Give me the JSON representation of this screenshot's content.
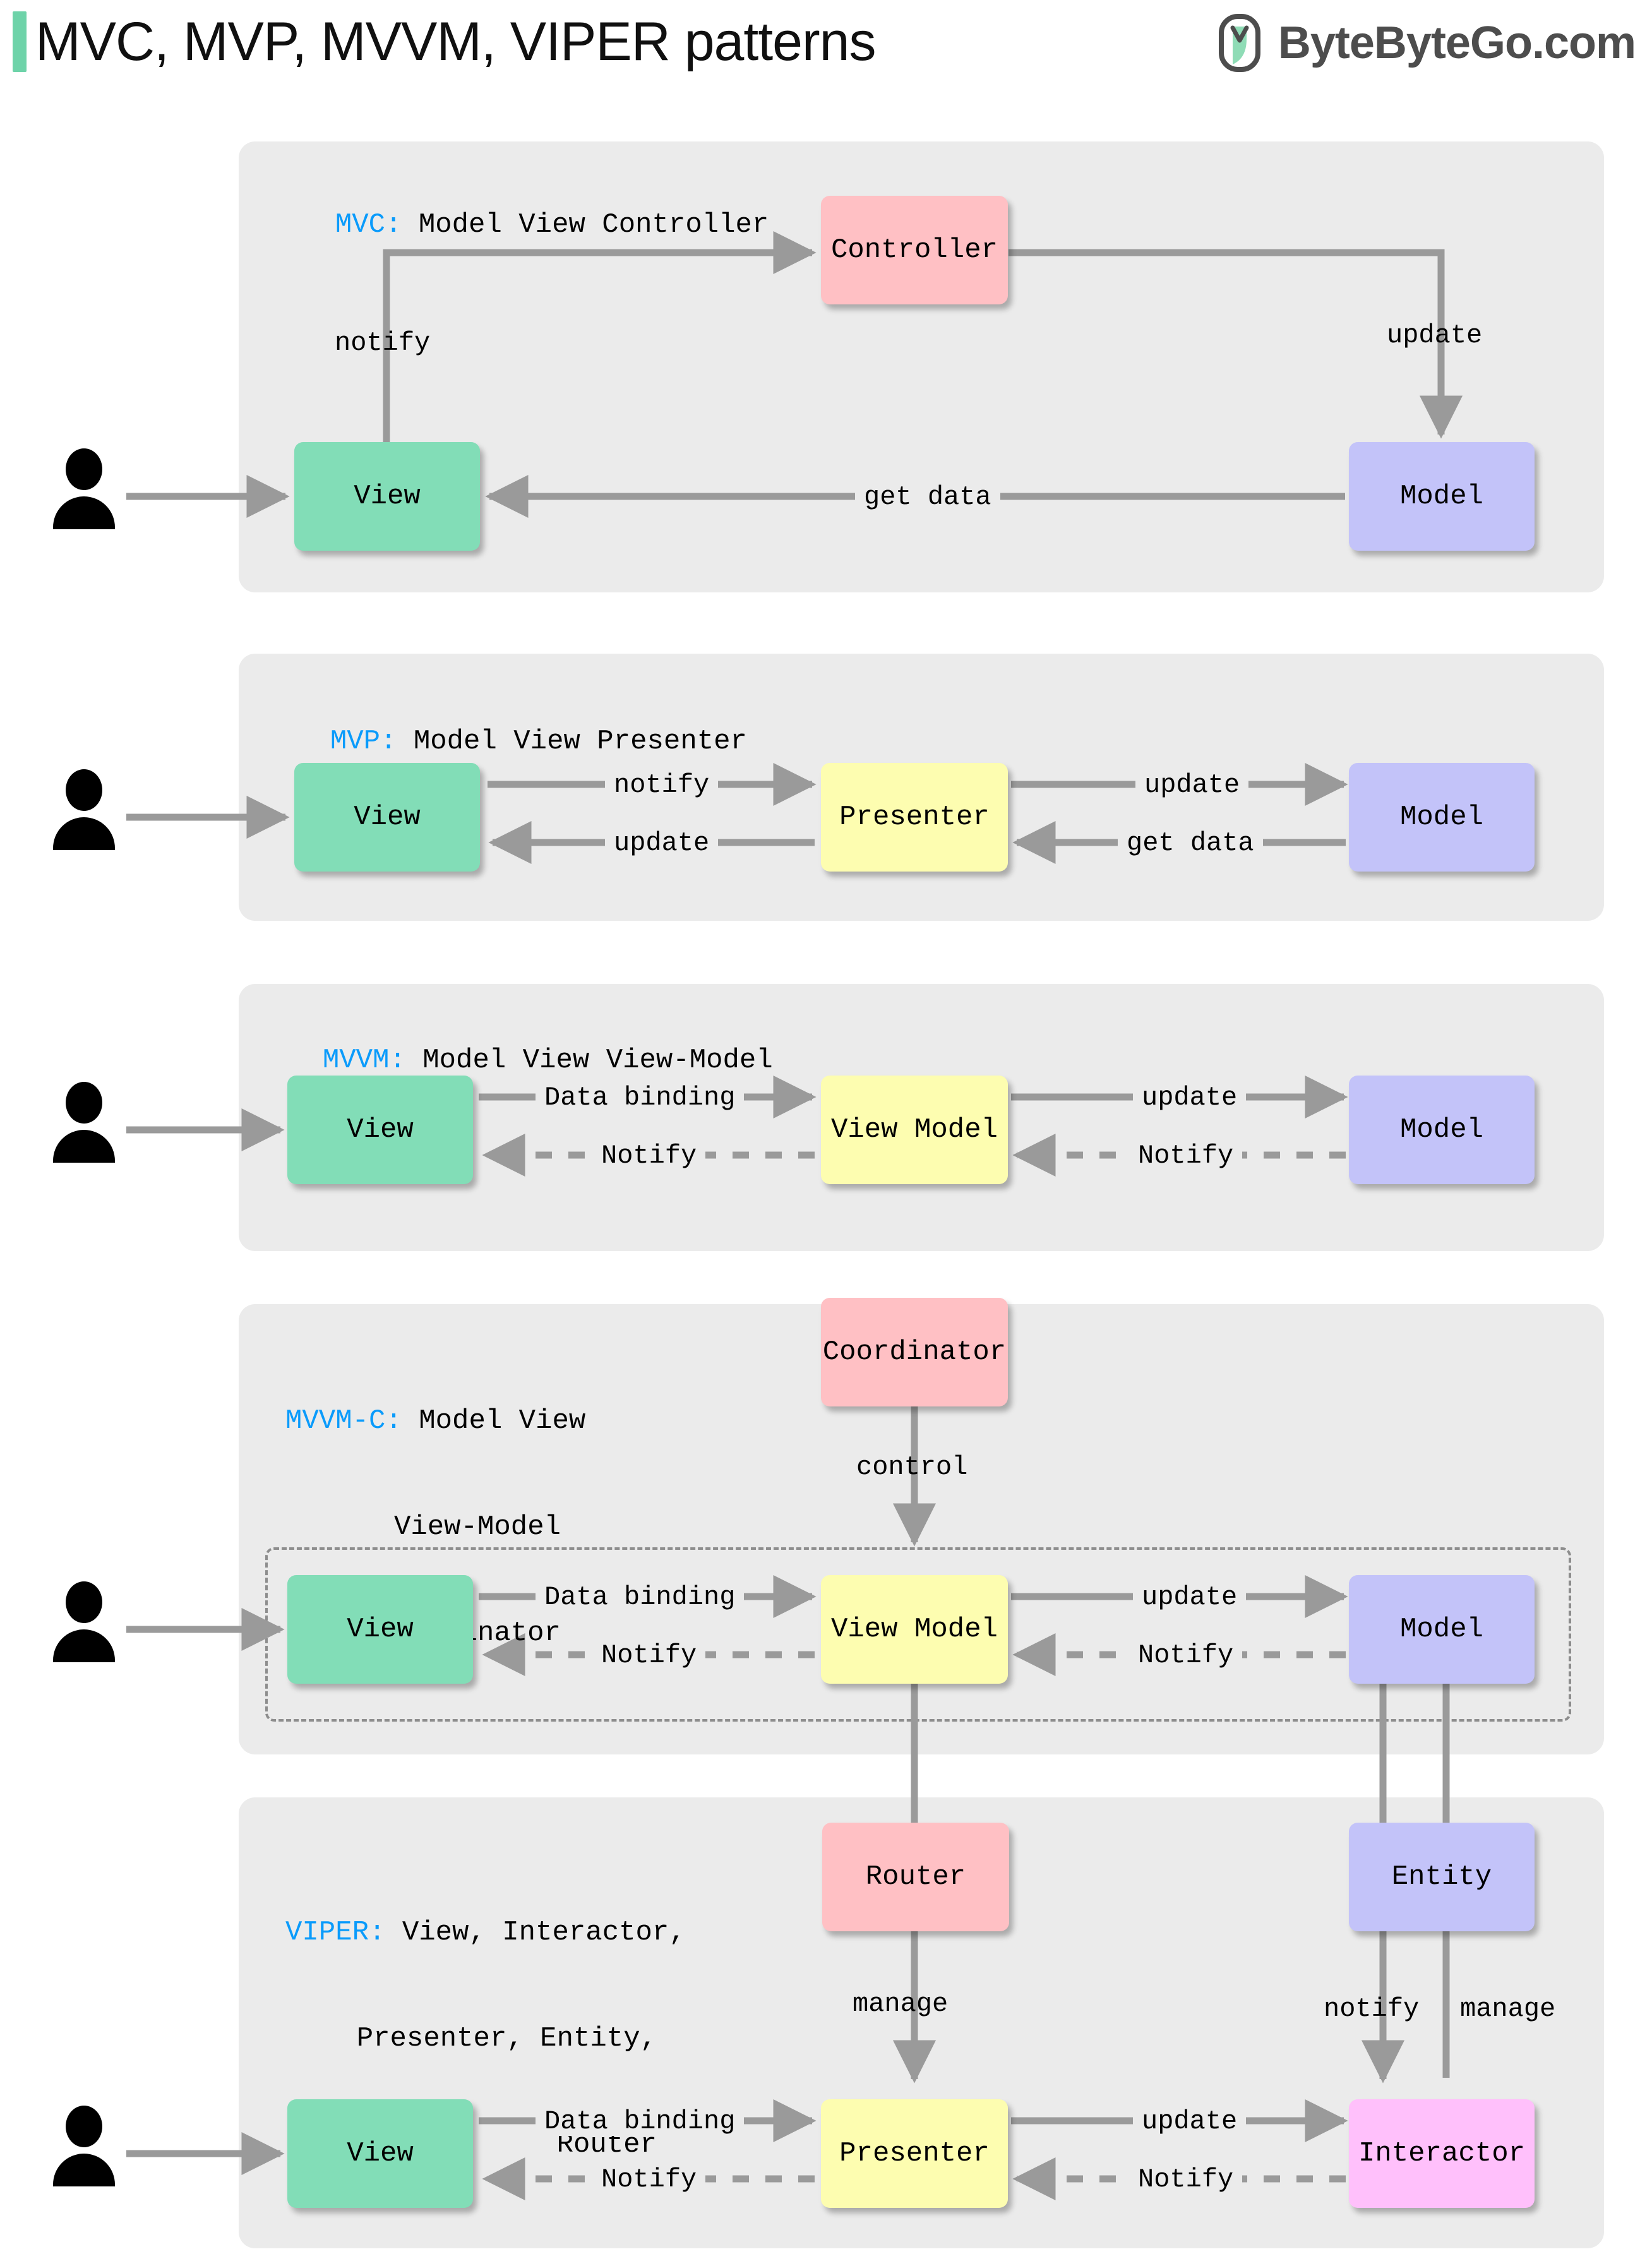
{
  "header": {
    "title": "MVC, MVP, MVVM, VIPER patterns",
    "brand_name": "ByteByteGo.com",
    "brand_icon": "bytebytego-logo-icon",
    "accent_color": "#6ed3a9"
  },
  "colors": {
    "panel_bg": "#ebebeb",
    "view": "#82ddb7",
    "model": "#c3c3f9",
    "controller": "#ffc0c4",
    "presenter": "#fdfdb0",
    "interactor": "#ffc0fb",
    "arrow": "#9a9a9a",
    "key_text": "#0a9bfb"
  },
  "sections": [
    {
      "id": "mvc",
      "key": "MVC:",
      "title_lines": [
        "Model View Controller"
      ],
      "actor": "user-actor",
      "nodes": [
        {
          "name": "view",
          "label": "View"
        },
        {
          "name": "controller",
          "label": "Controller"
        },
        {
          "name": "model",
          "label": "Model"
        }
      ],
      "edges": [
        {
          "from": "actor",
          "to": "view",
          "label": "",
          "style": "solid"
        },
        {
          "from": "view",
          "to": "controller",
          "label": "notify",
          "style": "solid"
        },
        {
          "from": "controller",
          "to": "model",
          "label": "update",
          "style": "solid"
        },
        {
          "from": "model",
          "to": "view",
          "label": "get data",
          "style": "solid"
        }
      ]
    },
    {
      "id": "mvp",
      "key": "MVP:",
      "title_lines": [
        "Model View Presenter"
      ],
      "actor": "user-actor",
      "nodes": [
        {
          "name": "view",
          "label": "View"
        },
        {
          "name": "presenter",
          "label": "Presenter"
        },
        {
          "name": "model",
          "label": "Model"
        }
      ],
      "edges": [
        {
          "from": "actor",
          "to": "view",
          "label": "",
          "style": "solid"
        },
        {
          "from": "view",
          "to": "presenter",
          "label": "notify",
          "style": "solid"
        },
        {
          "from": "presenter",
          "to": "view",
          "label": "update",
          "style": "solid"
        },
        {
          "from": "presenter",
          "to": "model",
          "label": "update",
          "style": "solid"
        },
        {
          "from": "model",
          "to": "presenter",
          "label": "get data",
          "style": "solid"
        }
      ]
    },
    {
      "id": "mvvm",
      "key": "MVVM:",
      "title_lines": [
        "Model View View-Model"
      ],
      "actor": "user-actor",
      "nodes": [
        {
          "name": "view",
          "label": "View"
        },
        {
          "name": "viewmodel",
          "label": "View Model"
        },
        {
          "name": "model",
          "label": "Model"
        }
      ],
      "edges": [
        {
          "from": "actor",
          "to": "view",
          "label": "",
          "style": "solid"
        },
        {
          "from": "view",
          "to": "viewmodel",
          "label": "Data binding",
          "style": "solid"
        },
        {
          "from": "viewmodel",
          "to": "view",
          "label": "Notify",
          "style": "dashed"
        },
        {
          "from": "viewmodel",
          "to": "model",
          "label": "update",
          "style": "solid"
        },
        {
          "from": "model",
          "to": "viewmodel",
          "label": "Notify",
          "style": "dashed"
        }
      ]
    },
    {
      "id": "mvvmc",
      "key": "MVVM-C:",
      "title_lines": [
        "Model View",
        "View-Model",
        "Coordinator"
      ],
      "actor": "user-actor",
      "grouped": true,
      "nodes": [
        {
          "name": "coordinator",
          "label": "Coordinator"
        },
        {
          "name": "view",
          "label": "View"
        },
        {
          "name": "viewmodel",
          "label": "View Model"
        },
        {
          "name": "model",
          "label": "Model"
        }
      ],
      "edges": [
        {
          "from": "coordinator",
          "to": "group",
          "label": "control",
          "style": "solid"
        },
        {
          "from": "actor",
          "to": "view",
          "label": "",
          "style": "solid"
        },
        {
          "from": "view",
          "to": "viewmodel",
          "label": "Data binding",
          "style": "solid"
        },
        {
          "from": "viewmodel",
          "to": "view",
          "label": "Notify",
          "style": "dashed"
        },
        {
          "from": "viewmodel",
          "to": "model",
          "label": "update",
          "style": "solid"
        },
        {
          "from": "model",
          "to": "viewmodel",
          "label": "Notify",
          "style": "dashed"
        }
      ]
    },
    {
      "id": "viper",
      "key": "VIPER:",
      "title_lines": [
        "View, Interactor,",
        "Presenter, Entity,",
        "Router"
      ],
      "actor": "user-actor",
      "nodes": [
        {
          "name": "router",
          "label": "Router"
        },
        {
          "name": "entity",
          "label": "Entity"
        },
        {
          "name": "view",
          "label": "View"
        },
        {
          "name": "presenter",
          "label": "Presenter"
        },
        {
          "name": "interactor",
          "label": "Interactor"
        }
      ],
      "edges": [
        {
          "from": "router",
          "to": "presenter",
          "label": "manage",
          "style": "solid"
        },
        {
          "from": "entity",
          "to": "interactor",
          "label": "notify",
          "style": "solid"
        },
        {
          "from": "interactor",
          "to": "entity",
          "label": "manage",
          "style": "solid"
        },
        {
          "from": "actor",
          "to": "view",
          "label": "",
          "style": "solid"
        },
        {
          "from": "view",
          "to": "presenter",
          "label": "Data binding",
          "style": "solid"
        },
        {
          "from": "presenter",
          "to": "view",
          "label": "Notify",
          "style": "dashed"
        },
        {
          "from": "presenter",
          "to": "interactor",
          "label": "update",
          "style": "solid"
        },
        {
          "from": "interactor",
          "to": "presenter",
          "label": "Notify",
          "style": "dashed"
        }
      ]
    }
  ]
}
